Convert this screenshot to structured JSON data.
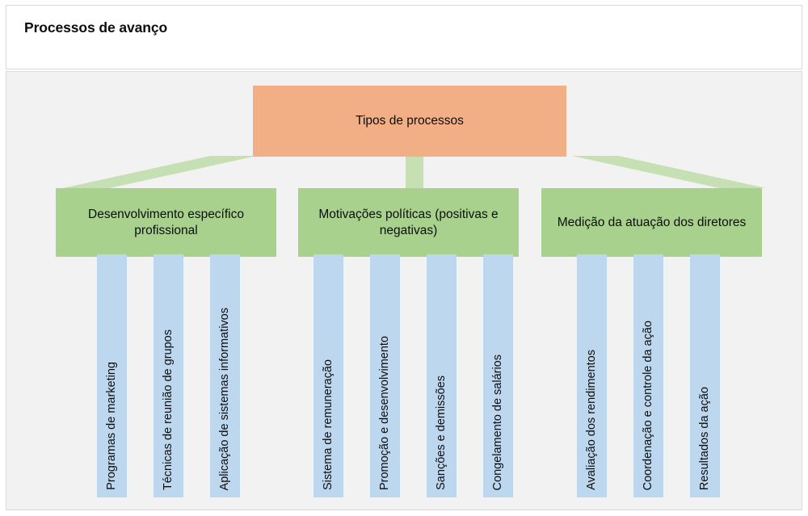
{
  "header": {
    "title": "Processos de avanço"
  },
  "diagram": {
    "type": "tree",
    "root": {
      "label": "Tipos de processos",
      "color": "#F2AF85"
    },
    "branch_color": "#A9D18E",
    "leaf_color": "#BDD7EE",
    "connector_color": "#C6E0B4",
    "canvas_background": "#F2F2F2",
    "branches": [
      {
        "label": "Desenvolvimento específico profissional",
        "leaves": [
          "Programas de marketing",
          "Técnicas de reunião de grupos",
          "Aplicação de sistemas informativos"
        ]
      },
      {
        "label": "Motivações políticas (positivas e negativas)",
        "leaves": [
          "Sistema de remuneração",
          "Promoção e desenvolvimento",
          "Sanções e demissões",
          "Congelamento de salários"
        ]
      },
      {
        "label": "Medição da atuação dos diretores",
        "leaves": [
          "Avaliação dos rendimentos",
          "Coordenação e controle da ação",
          "Resultados da ação"
        ]
      }
    ]
  }
}
